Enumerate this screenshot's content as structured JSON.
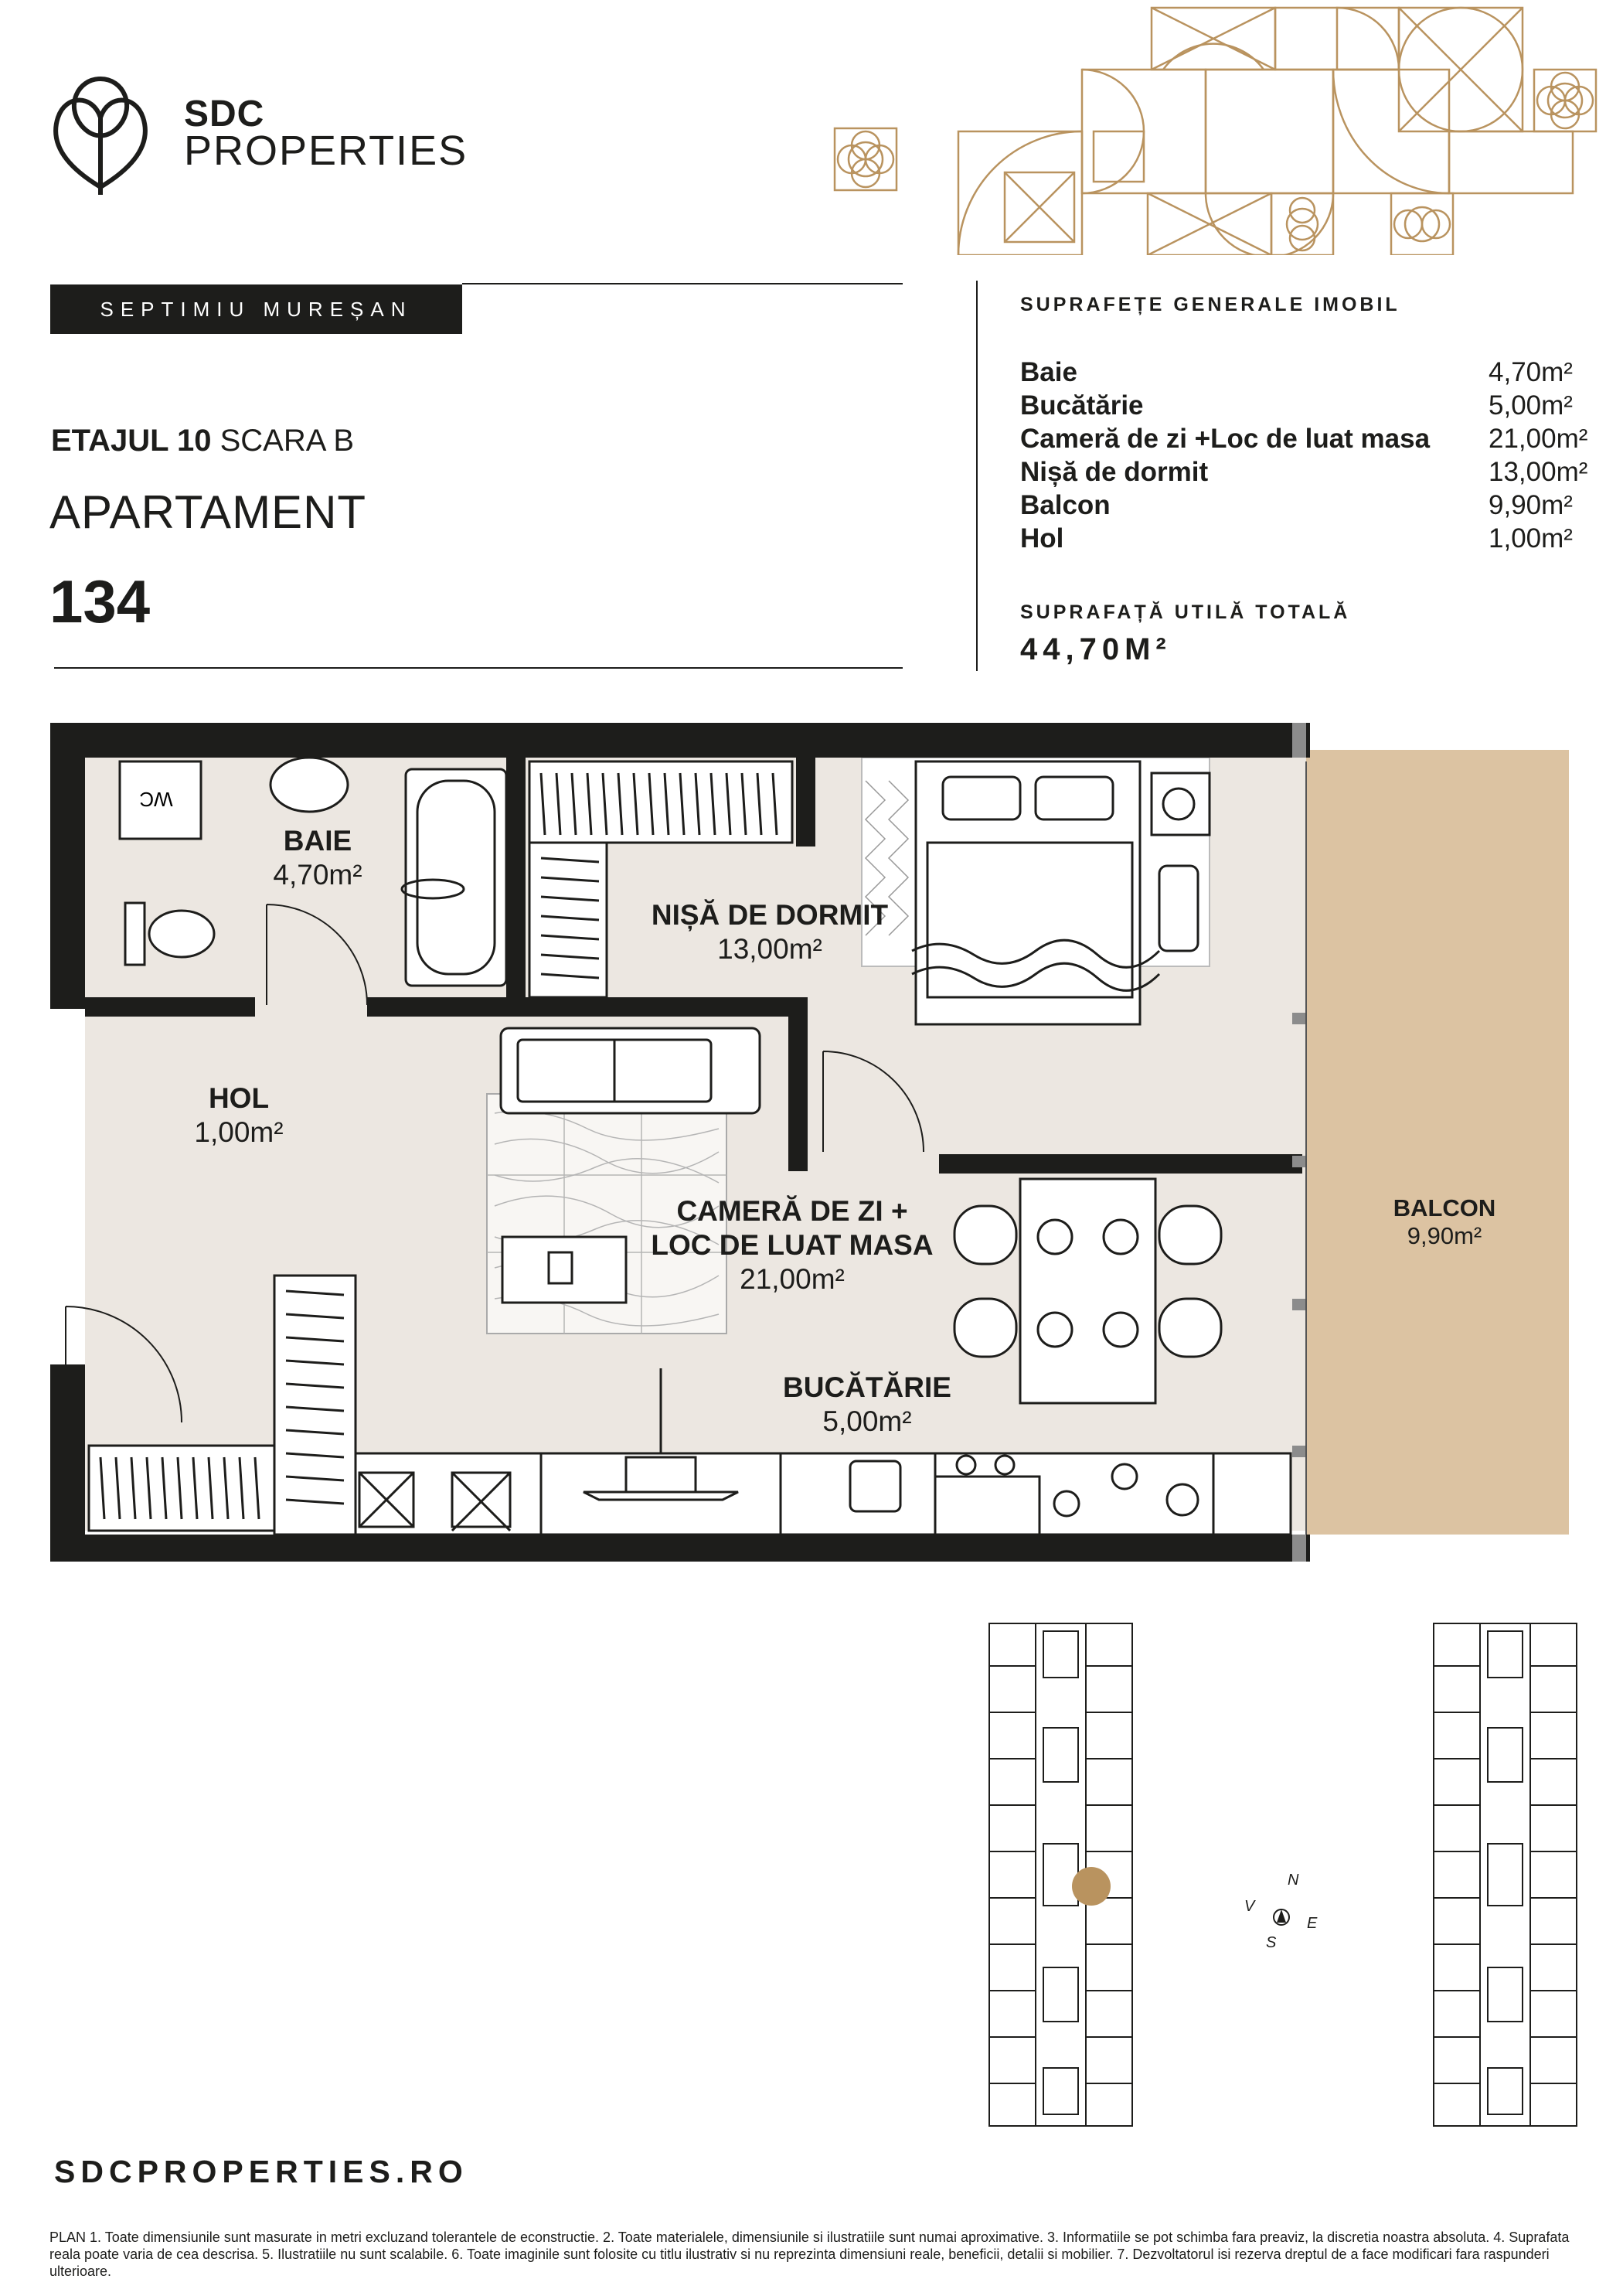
{
  "brand": {
    "name": "SDC",
    "sub": "PROPERTIES"
  },
  "project": "SEPTIMIU MUREȘAN",
  "floor": {
    "etaj": "ETAJUL 10",
    "scara": "SCARA B"
  },
  "apartment": {
    "label": "APARTAMENT",
    "number": "134"
  },
  "areas": {
    "title": "SUPRAFEȚE GENERALE IMOBIL",
    "rows": [
      {
        "name": "Baie",
        "value": "4,70m²"
      },
      {
        "name": "Bucătărie",
        "value": "5,00m²"
      },
      {
        "name": "Cameră de zi +Loc de luat masa",
        "value": "21,00m²"
      },
      {
        "name": "Nișă de dormit",
        "value": "13,00m²"
      },
      {
        "name": "Balcon",
        "value": "9,90m²"
      },
      {
        "name": "Hol",
        "value": "1,00m²"
      }
    ],
    "total_title": "SUPRAFAȚĂ UTILĂ TOTALĂ",
    "total_value": "44,70M²"
  },
  "plan": {
    "wc_label": "WC",
    "rooms": {
      "baie": {
        "name": "BAIE",
        "area": "4,70m²"
      },
      "nisa": {
        "name": "NIȘĂ DE DORMIT",
        "area": "13,00m²"
      },
      "hol": {
        "name": "HOL",
        "area": "1,00m²"
      },
      "camera": {
        "name1": "CAMERĂ DE ZI  +",
        "name2": "LOC DE LUAT MASA",
        "area": "21,00m²"
      },
      "bucatarie": {
        "name": "BUCĂTĂRIE",
        "area": "5,00m²"
      },
      "balcon": {
        "name": "BALCON",
        "area": "9,90m²"
      }
    },
    "colors": {
      "floor": "#ece7e1",
      "balcony": "#dcc3a2",
      "wall": "#1d1d1b",
      "accent": "#b9935f"
    }
  },
  "compass": {
    "n": "N",
    "s": "S",
    "e": "E",
    "v": "V"
  },
  "website": "SDCPROPERTIES.RO",
  "disclaimer": "PLAN 1. Toate dimensiunile sunt masurate in metri excluzand tolerantele de econstructie. 2. Toate materialele, dimensiunile si ilustratiile sunt numai aproximative. 3. Informatiile se pot schimba fara preaviz, la discretia noastra absoluta. 4. Suprafata reala poate varia de cea descrisa. 5. Ilustratiile nu sunt scalabile. 6. Toate imaginile sunt folosite cu titlu ilustrativ si nu reprezinta dimensiuni reale, beneficii, detalii si mobilier. 7. Dezvoltatorul isi rezerva dreptul de a face modificari fara raspunderi ulterioare."
}
